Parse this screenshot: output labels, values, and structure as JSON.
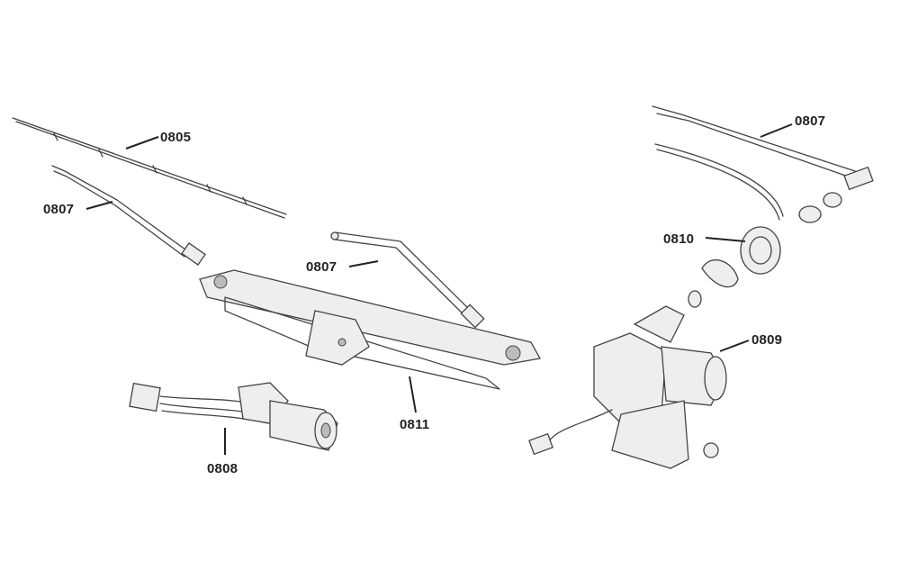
{
  "diagram": {
    "labels": [
      {
        "id": "wiper-blade",
        "text": "0805"
      },
      {
        "id": "wiper-arm-left",
        "text": "0807"
      },
      {
        "id": "wiper-arm-center",
        "text": "0807"
      },
      {
        "id": "wiper-motor-small",
        "text": "0808"
      },
      {
        "id": "wiper-linkage",
        "text": "0811"
      },
      {
        "id": "wiper-arm-right",
        "text": "0807"
      },
      {
        "id": "wiper-spindle-seal",
        "text": "0810"
      },
      {
        "id": "wiper-motor-large",
        "text": "0809"
      }
    ]
  }
}
